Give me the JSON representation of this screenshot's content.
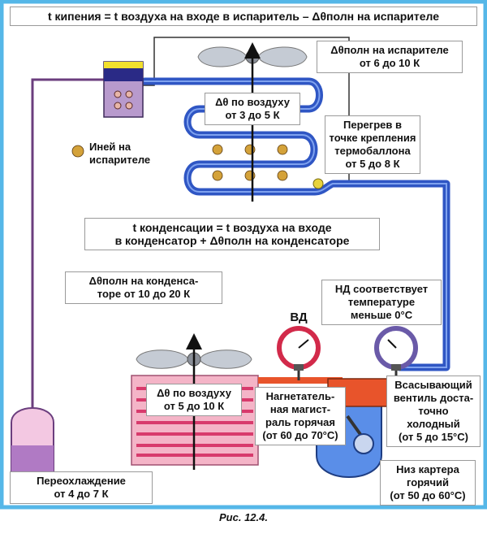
{
  "colors": {
    "frame": "#55b7e8",
    "cold_line": "#2f56c4",
    "hot_line": "#e8542b",
    "liquid_line": "#6b3e7e",
    "condenser_fill": "#f4b4c7",
    "fan": "#c5cbd4"
  },
  "labels": {
    "boiling": "t кипения = t воздуха на входе в испаритель – Δθполн на испарителе",
    "evap_dtheta_l1": "Δθполн на испарителе",
    "evap_dtheta_l2": "от 6 до 10 К",
    "evap_air_l1": "Δθ по воздуху",
    "evap_air_l2": "от 3 до 5 К",
    "frost_l1": "Иней на",
    "frost_l2": "испарителе",
    "superheat_l1": "Перегрев в",
    "superheat_l2": "точке крепления",
    "superheat_l3": "термобаллона",
    "superheat_l4": "от 5 до 8 К",
    "condensation_l1": "t конденсации = t воздуха на входе",
    "condensation_l2": "в конденсатор + Δθполн на конденсаторе",
    "cond_dtheta_l1": "Δθполн на конденса-",
    "cond_dtheta_l2": "торе от 10 до 20 К",
    "nd_l1": "НД соответствует",
    "nd_l2": "температуре",
    "nd_l3": "меньше 0°С",
    "vd": "ВД",
    "cond_air_l1": "Δθ по воздуху",
    "cond_air_l2": "от 5 до 10 К",
    "discharge_l1": "Нагнетатель-",
    "discharge_l2": "ная магист-",
    "discharge_l3": "раль горячая",
    "discharge_l4": "(от 60 до 70°С)",
    "suction_l1": "Всасывающий",
    "suction_l2": "вентиль доста-",
    "suction_l3": "точно холодный",
    "suction_l4": "(от 5 до 15°С)",
    "subcool_l1": "Переохлаждение",
    "subcool_l2": "от 4 до 7 К",
    "crankcase_l1": "Низ картера",
    "crankcase_l2": "горячий",
    "crankcase_l3": "(от 50 до 60°С)"
  },
  "caption": "Рис. 12.4."
}
